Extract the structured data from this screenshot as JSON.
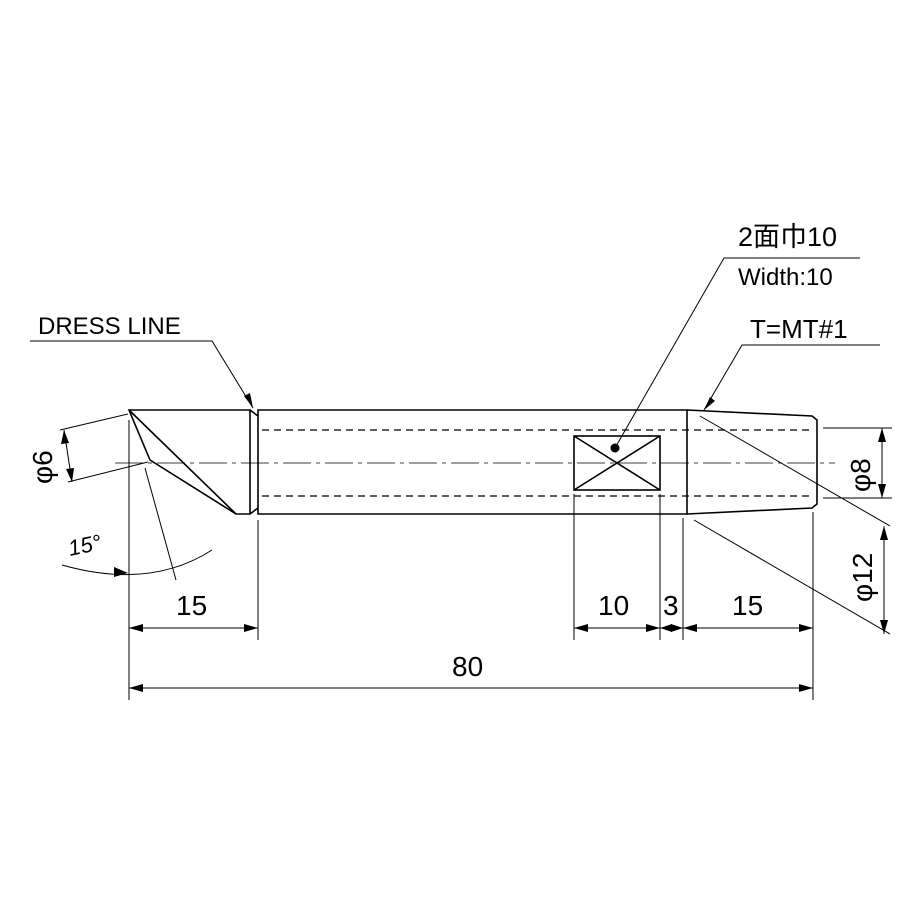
{
  "notes": {
    "dress_line": "DRESS LINE",
    "flats": "2面巾10",
    "width": "Width:10",
    "taper": "T=MT#1"
  },
  "dimensions": {
    "tip_diameter": "φ6",
    "angle": "15°",
    "tip_length": "15",
    "overall_length": "80",
    "flat_length": "10",
    "gap": "3",
    "taper_length": "15",
    "end_diameter": "φ8",
    "shank_diameter": "φ12"
  }
}
